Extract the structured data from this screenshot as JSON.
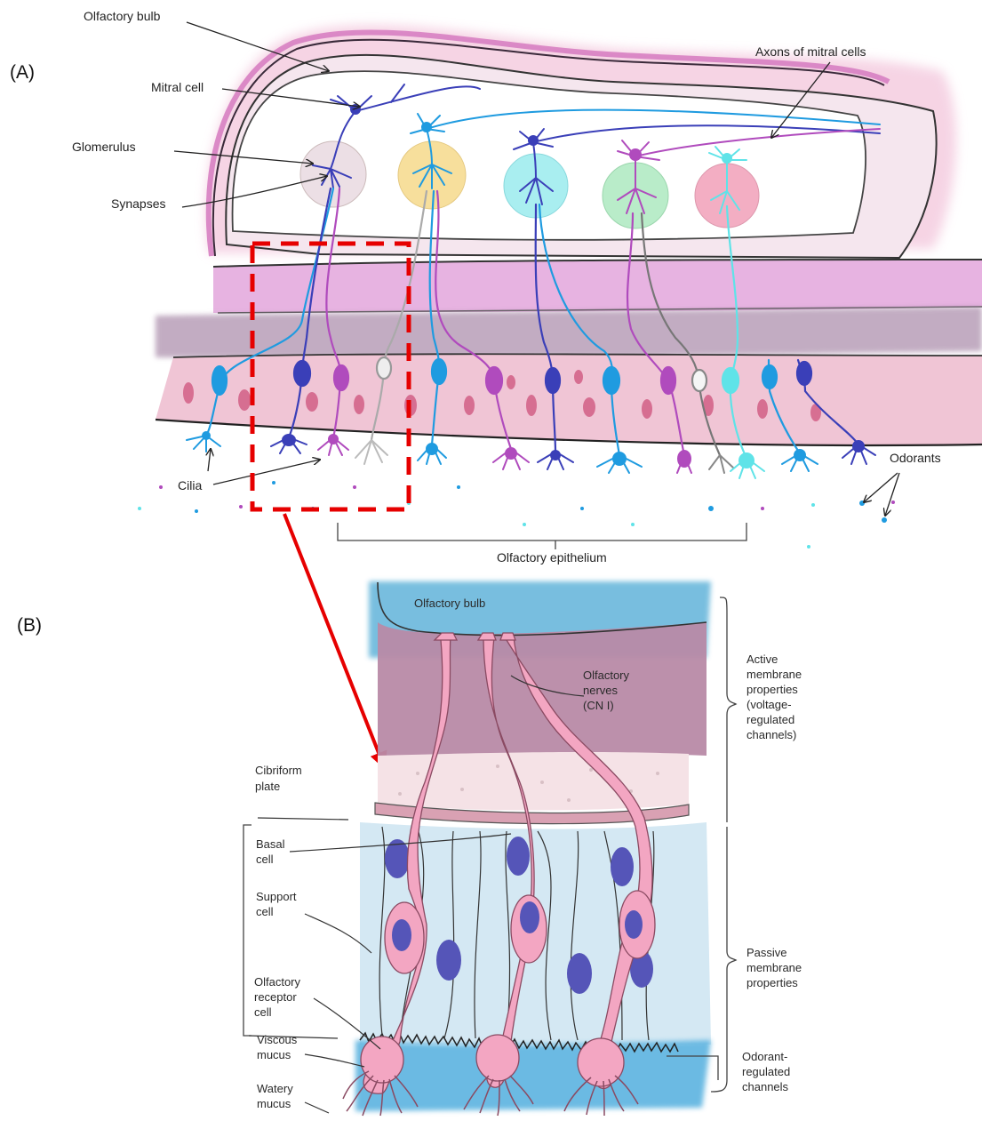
{
  "panels": {
    "a": "(A)",
    "b": "(B)"
  },
  "panel_a": {
    "labels": {
      "olfactory_bulb": "Olfactory bulb",
      "mitral_cell": "Mitral cell",
      "glomerulus": "Glomerulus",
      "synapses": "Synapses",
      "axons_of_mitral_cells": "Axons of mitral cells",
      "cilia": "Cilia",
      "odorants": "Odorants",
      "olfactory_epithelium": "Olfactory epithelium"
    }
  },
  "panel_b": {
    "labels": {
      "olfactory_bulb": "Olfactory bulb",
      "olfactory_nerves_1": "Olfactory",
      "olfactory_nerves_2": "nerves",
      "olfactory_nerves_3": "(CN I)",
      "cribriform_1": "Cibriform",
      "cribriform_2": "plate",
      "basal_1": "Basal",
      "basal_2": "cell",
      "support_1": "Support",
      "support_2": "cell",
      "receptor_1": "Olfactory",
      "receptor_2": "receptor",
      "receptor_3": "cell",
      "viscous_1": "Viscous",
      "viscous_2": "mucus",
      "watery_1": "Watery",
      "watery_2": "mucus",
      "active_1": "Active",
      "active_2": "membrane",
      "active_3": "properties",
      "active_4": "(voltage-",
      "active_5": "regulated",
      "active_6": "channels)",
      "passive_1": "Passive",
      "passive_2": "membrane",
      "passive_3": "properties",
      "odorant_1": "Odorant-",
      "odorant_2": "regulated",
      "odorant_3": "channels"
    }
  },
  "colors": {
    "magenta": "#b04bbd",
    "blue": "#1f9be0",
    "navy": "#3a3fb8",
    "cyan": "#5fe3e8",
    "pink_layer": "#e7a7d6",
    "mauve_layer": "#b58bb1",
    "bulb_blue": "#6ab8dc",
    "neuron_pink": "#f3a6c2",
    "nucleus_purple": "#5555b8",
    "highlight_red": "#e60000"
  }
}
